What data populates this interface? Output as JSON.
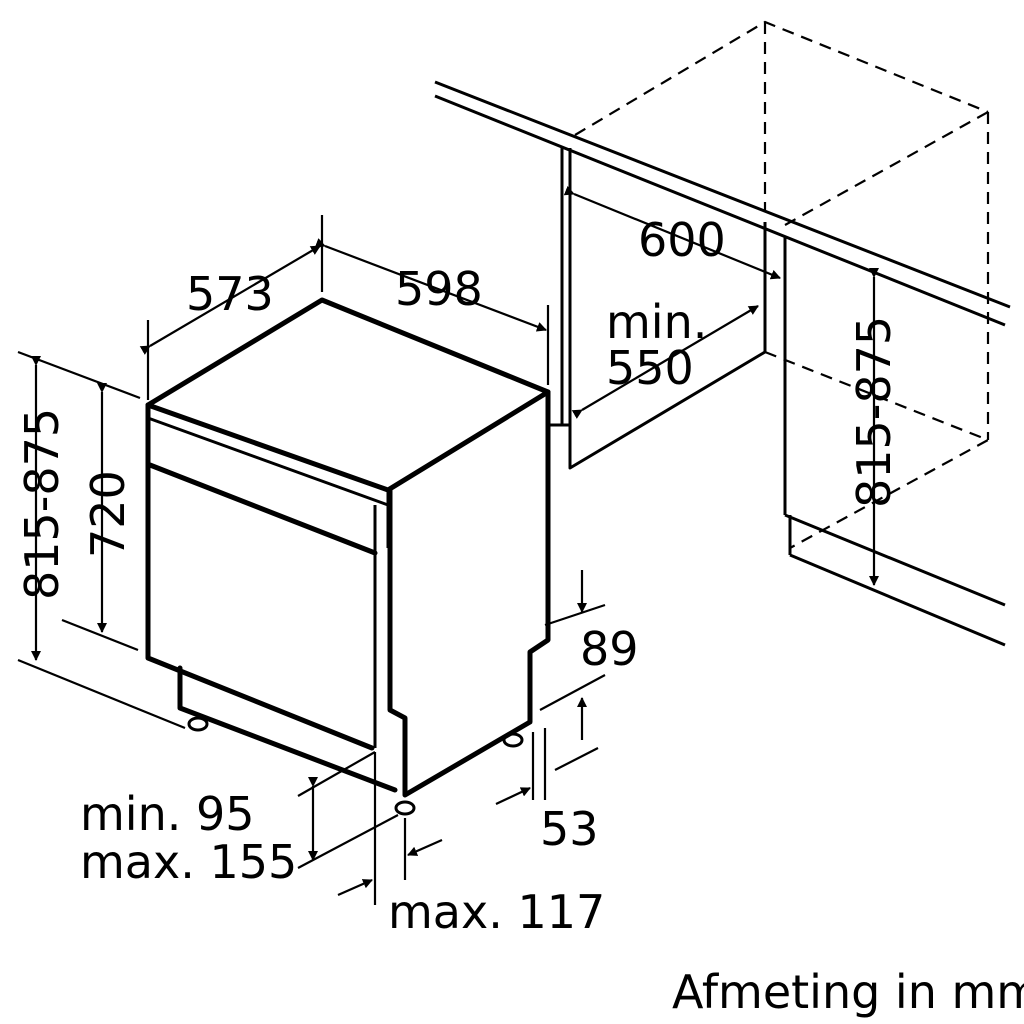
{
  "dimensions": {
    "depth": "573",
    "width": "598",
    "height_total": "815-875",
    "height_front": "720",
    "niche_width": "600",
    "niche_depth_min": "min.",
    "niche_depth_val": "550",
    "niche_height": "815-875",
    "plinth_top": "89",
    "plinth_gap": "53",
    "feet_min": "min. 95",
    "feet_max": "max. 155",
    "plinth_max": "max. 117"
  },
  "footer": {
    "units_note": "Afmeting in mm"
  }
}
